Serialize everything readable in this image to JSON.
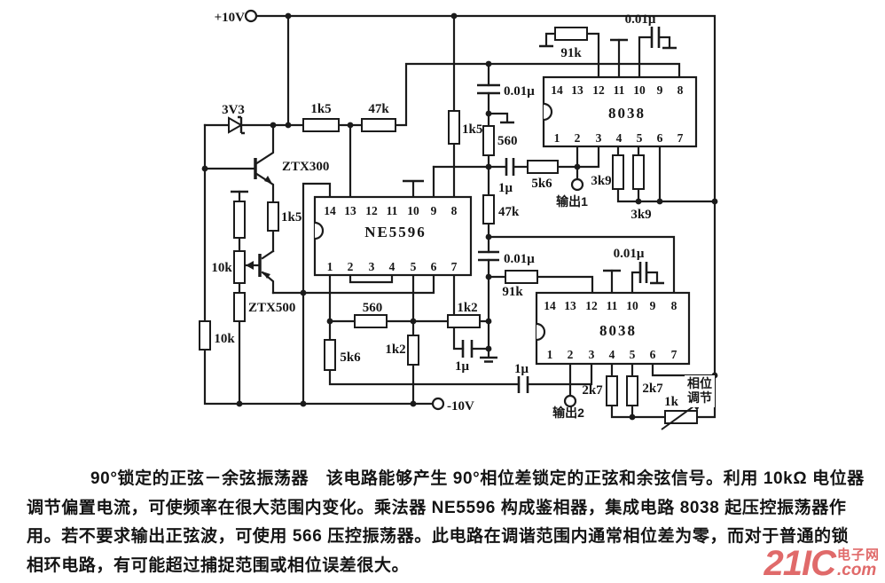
{
  "power": {
    "vplus": "+10V",
    "vminus": "-10V"
  },
  "ics": {
    "pins_top": [
      "14",
      "13",
      "12",
      "11",
      "10",
      "9",
      "8"
    ],
    "pins_bottom": [
      "1",
      "2",
      "3",
      "4",
      "5",
      "6",
      "7"
    ],
    "u1": {
      "name": "8038"
    },
    "u2": {
      "name": "NE5596"
    },
    "u3": {
      "name": "8038"
    }
  },
  "components": {
    "zener": "3V3",
    "q1": "ZTX300",
    "q2": "ZTX500",
    "r_1k5_row": "1k5",
    "r_47k_row": "47k",
    "r_1k5_drop": "1k5",
    "r_1k5_emitter": "1k5",
    "c_001_a": "0.01μ",
    "c_001_b": "0.01μ",
    "c_001_c": "0.01μ",
    "c_001_d": "0.01μ",
    "r_560_vert": "560",
    "r_560_horiz": "560",
    "r_91k_a": "91k",
    "r_91k_b": "91k",
    "r_47k_vert": "47k",
    "c_1u_a": "1μ",
    "c_1u_b": "1μ",
    "c_1u_c": "1μ",
    "r_5k6_horiz": "5k6",
    "r_5k6_vert": "5k6",
    "r_1k2_vert": "1k2",
    "r_1k2_horiz": "1k2",
    "r_3k9_a": "3k9",
    "r_3k9_b": "3k9",
    "r_2k7_a": "2k7",
    "r_2k7_b": "2k7",
    "pot_10k": "10k",
    "r_10k": "10k",
    "pot_1k": "1k",
    "out1": "输出1",
    "out2": "输出2",
    "phase_l1": "相位",
    "phase_l2": "调节"
  },
  "caption": {
    "line1": "90°锁定的正弦－余弦振荡器　该电路能够产生 90°相位差锁定的正弦和余弦信号。利用 10kΩ 电位器",
    "line2": "调节偏置电流，可使频率在很大范围内变化。乘法器 NE5596 构成鉴相器，集成电路 8038 起压控振荡器作",
    "line3": "用。若不要求输出正弦波，可使用 566 压控振荡器。此电路在调谐范围内通常相位差为零，而对于普通的锁",
    "line4": "相环电路，有可能超过捕捉范围或相位误差很大。"
  },
  "watermark": {
    "brand": "21IC",
    "site": "电子网",
    "domain": ".com",
    "color": "#e06a6a"
  }
}
